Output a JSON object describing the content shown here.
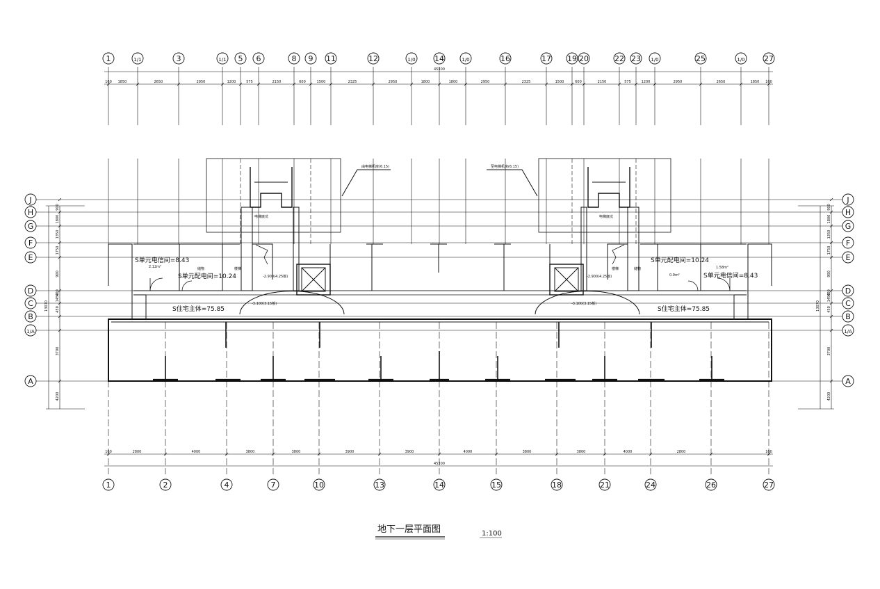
{
  "plan": {
    "title": "地下一层平面图",
    "scale": "1:100",
    "line_color": "#111111",
    "background": "#ffffff"
  },
  "top_axes": [
    "1",
    "1/1",
    "3",
    "1/1",
    "5",
    "6",
    "8",
    "9",
    "11",
    "12",
    "1/0",
    "14",
    "1/0",
    "16",
    "17",
    "19",
    "20",
    "22",
    "23",
    "1/0",
    "25",
    "1/0",
    "27"
  ],
  "bottom_axes": [
    "1",
    "2",
    "4",
    "7",
    "10",
    "13",
    "14",
    "15",
    "18",
    "21",
    "24",
    "26",
    "27"
  ],
  "row_axes": [
    "J",
    "H",
    "G",
    "F",
    "E",
    "D",
    "C",
    "B",
    "1/A",
    "A"
  ],
  "dims_top_total": "45300",
  "dims_bottom_total": "45300",
  "dims_top": [
    "100",
    "1850",
    "2650",
    "2950",
    "1200",
    "575",
    "2150",
    "600",
    "1500",
    "2325",
    "2950",
    "1800",
    "1800",
    "2950",
    "2325",
    "1500",
    "600",
    "2150",
    "575",
    "1200",
    "2950",
    "2650",
    "1850",
    "100"
  ],
  "dims_bottom": [
    "100",
    "2800",
    "4000",
    "3800",
    "3800",
    "3900",
    "3900",
    "4000",
    "3800",
    "3800",
    "4000",
    "2800",
    "100"
  ],
  "dims_side": [
    "900",
    "1800",
    "1350",
    "1750",
    "900",
    "400",
    "1450",
    "450",
    "3700",
    "4200"
  ],
  "dims_side_total": "13070",
  "rooms": {
    "unit_storage_left": "S单元电信间=8.43",
    "unit_storage_left_area": "2.12m²",
    "unit_distribution_left": "S单元配电间=10.24",
    "resident_main_left": "S住宅主体=75.85",
    "room_tag_left": "储物",
    "stair_left": "楼梯",
    "level_left": "-2.900(4.25板)",
    "level_lobby_left": "-3.100(3.15板)",
    "pit_left": "电梯底坑",
    "callout_left": "由电梯机房(6.15)",
    "unit_distribution_right": "S单元配电间=10.24",
    "unit_storage_right": "S单元电信间=8.43",
    "unit_storage_right_area": "1.58m²",
    "resident_main_right": "S住宅主体=75.85",
    "room_tag_right": "储物",
    "room_tag_right_area": "0.9m²",
    "stair_right": "楼梯",
    "level_right": "-2.900(4.25板)",
    "level_lobby_right": "-3.100(3.15板)",
    "pit_right": "电梯底坑",
    "callout_right": "至电梯机房(6.15)"
  }
}
